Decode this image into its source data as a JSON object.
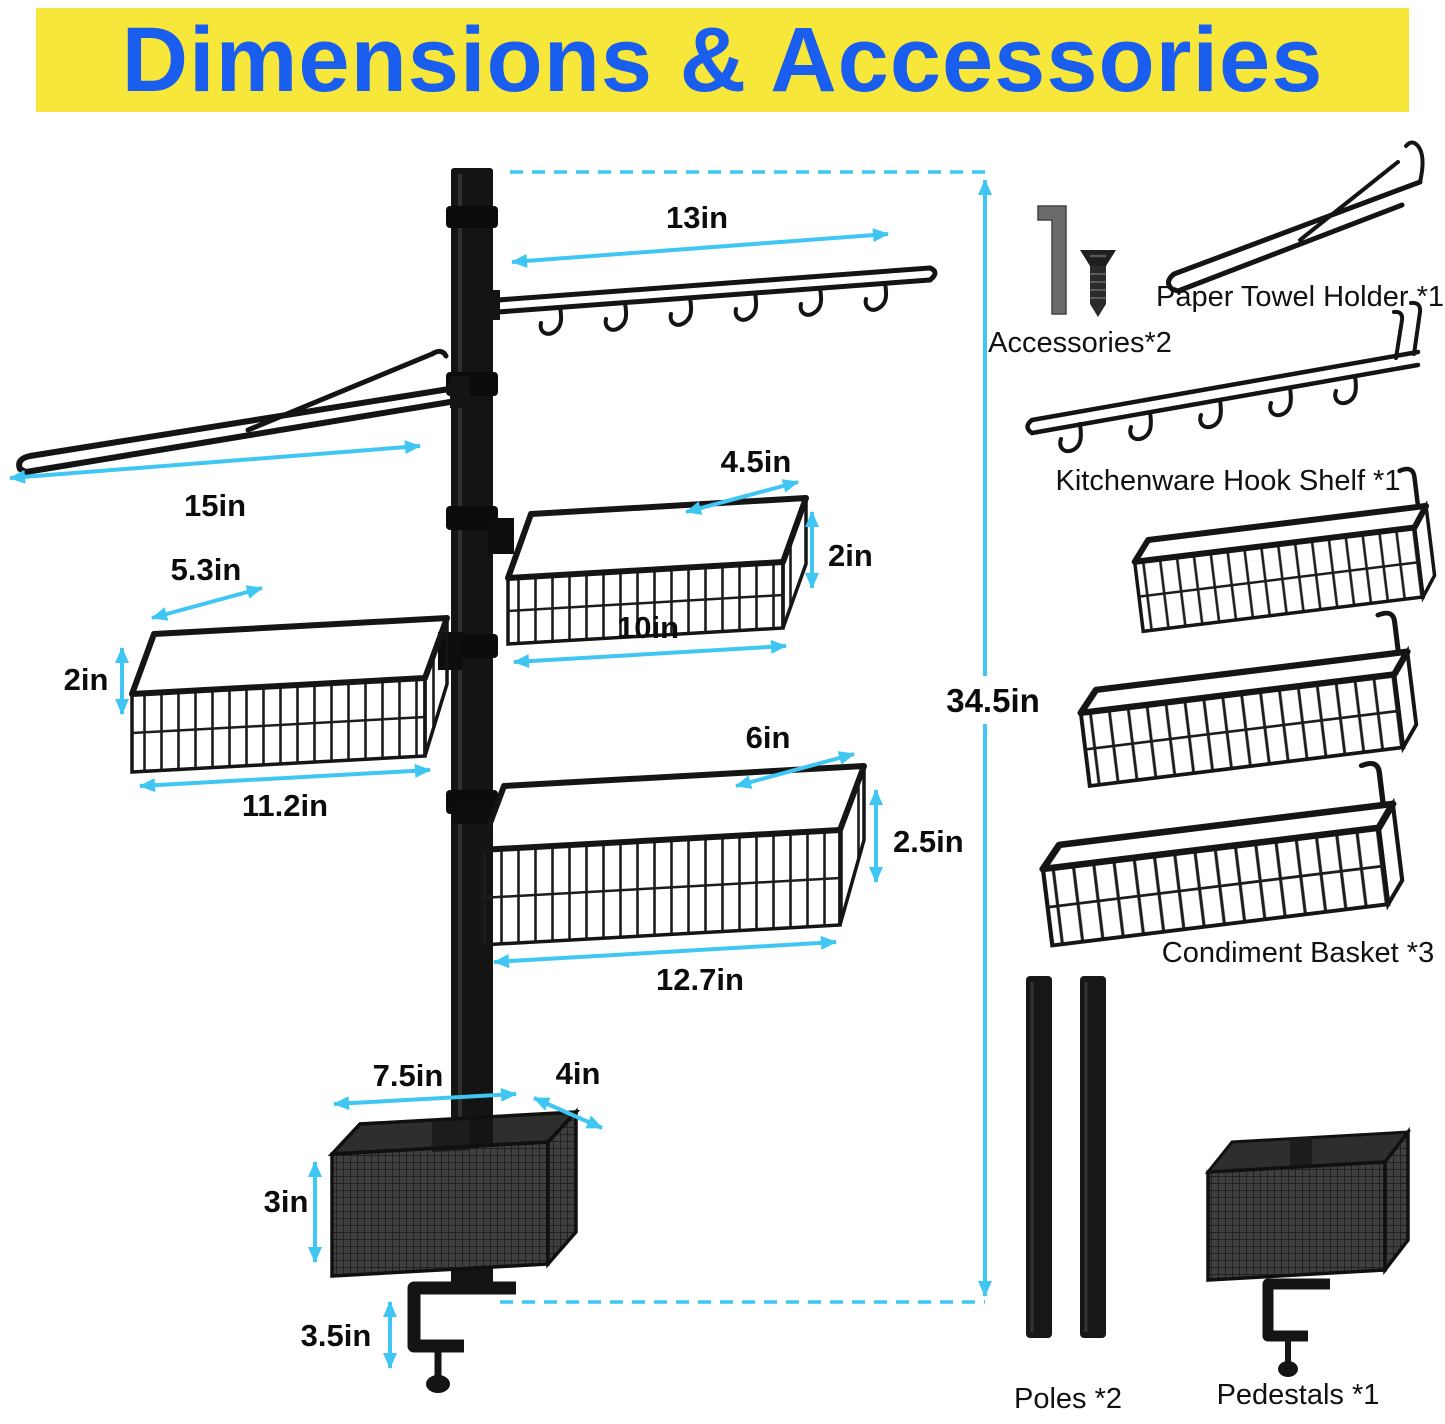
{
  "header": {
    "title": "Dimensions & Accessories"
  },
  "diagram": {
    "dim_top_shelf": "13in",
    "dim_towel_arm": "15in",
    "dim_b1_depth": "4.5in",
    "dim_b1_height": "2in",
    "dim_b1_width": "10in",
    "dim_b2_depth": "5.3in",
    "dim_b2_height": "2in",
    "dim_b2_width": "11.2in",
    "dim_b3_depth": "6in",
    "dim_b3_height": "2.5in",
    "dim_b3_width": "12.7in",
    "dim_mesh_width": "7.5in",
    "dim_mesh_depth": "4in",
    "dim_mesh_height": "3in",
    "dim_clamp": "3.5in",
    "dim_total_height": "34.5in"
  },
  "accessories": {
    "accessories_label": "Accessories*2",
    "paper_towel_label": "Paper Towel Holder *1",
    "hook_shelf_label": "Kitchenware Hook Shelf *1",
    "condiment_label": "Condiment Basket *3",
    "poles_label": "Poles *2",
    "pedestals_label": "Pedestals *1"
  },
  "colors": {
    "banner_bg": "#F8E73B",
    "title_blue": "#1A5EF0",
    "arrow_cyan": "#3FC6F3",
    "metal_black": "#141414"
  }
}
